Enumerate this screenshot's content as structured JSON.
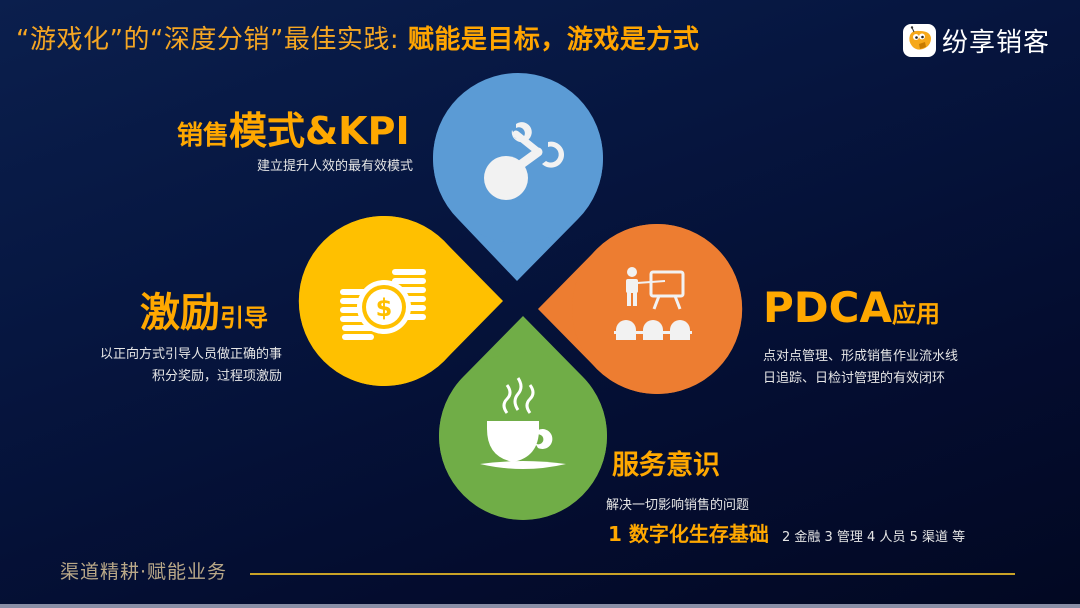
{
  "header": {
    "title_part1": "“游戏化”的“深度分销”最佳实践: ",
    "title_part2": "赋能是目标，游戏是方式",
    "logo_text": "纷享销客",
    "logo_icon": "bee-mascot-icon"
  },
  "colors": {
    "background": "#061640",
    "accent_orange": "#ffa800",
    "petal_blue": "#5b9bd5",
    "petal_yellow": "#ffc000",
    "petal_orange": "#ed7d31",
    "petal_green": "#70ad47",
    "footer_line": "#c9a227"
  },
  "sections": {
    "sales_model": {
      "title_small": "销售",
      "title_large": "模式&KPI",
      "description": "建立提升人效的最有效模式",
      "icon": "molecule-link-icon"
    },
    "incentive": {
      "title_large": "激励",
      "title_small": "引导",
      "description_line1": "以正向方式引导人员做正确的事",
      "description_line2": "积分奖励，过程项激励",
      "icon": "coins-dollar-icon"
    },
    "pdca": {
      "title_large": "PDCA",
      "title_small": "应用",
      "description_line1": "点对点管理、形成销售作业流水线",
      "description_line2": "日追踪、日检讨管理的有效闭环",
      "icon": "presentation-teacher-icon"
    },
    "service": {
      "title": "服务意识",
      "description": "解决一切影响销售的问题",
      "highlight": "1 数字化生存基础",
      "extra": "2 金融 3 管理 4 人员 5 渠道 等",
      "icon": "coffee-cup-icon"
    }
  },
  "footer": {
    "text": "渠道精耕·赋能业务"
  }
}
